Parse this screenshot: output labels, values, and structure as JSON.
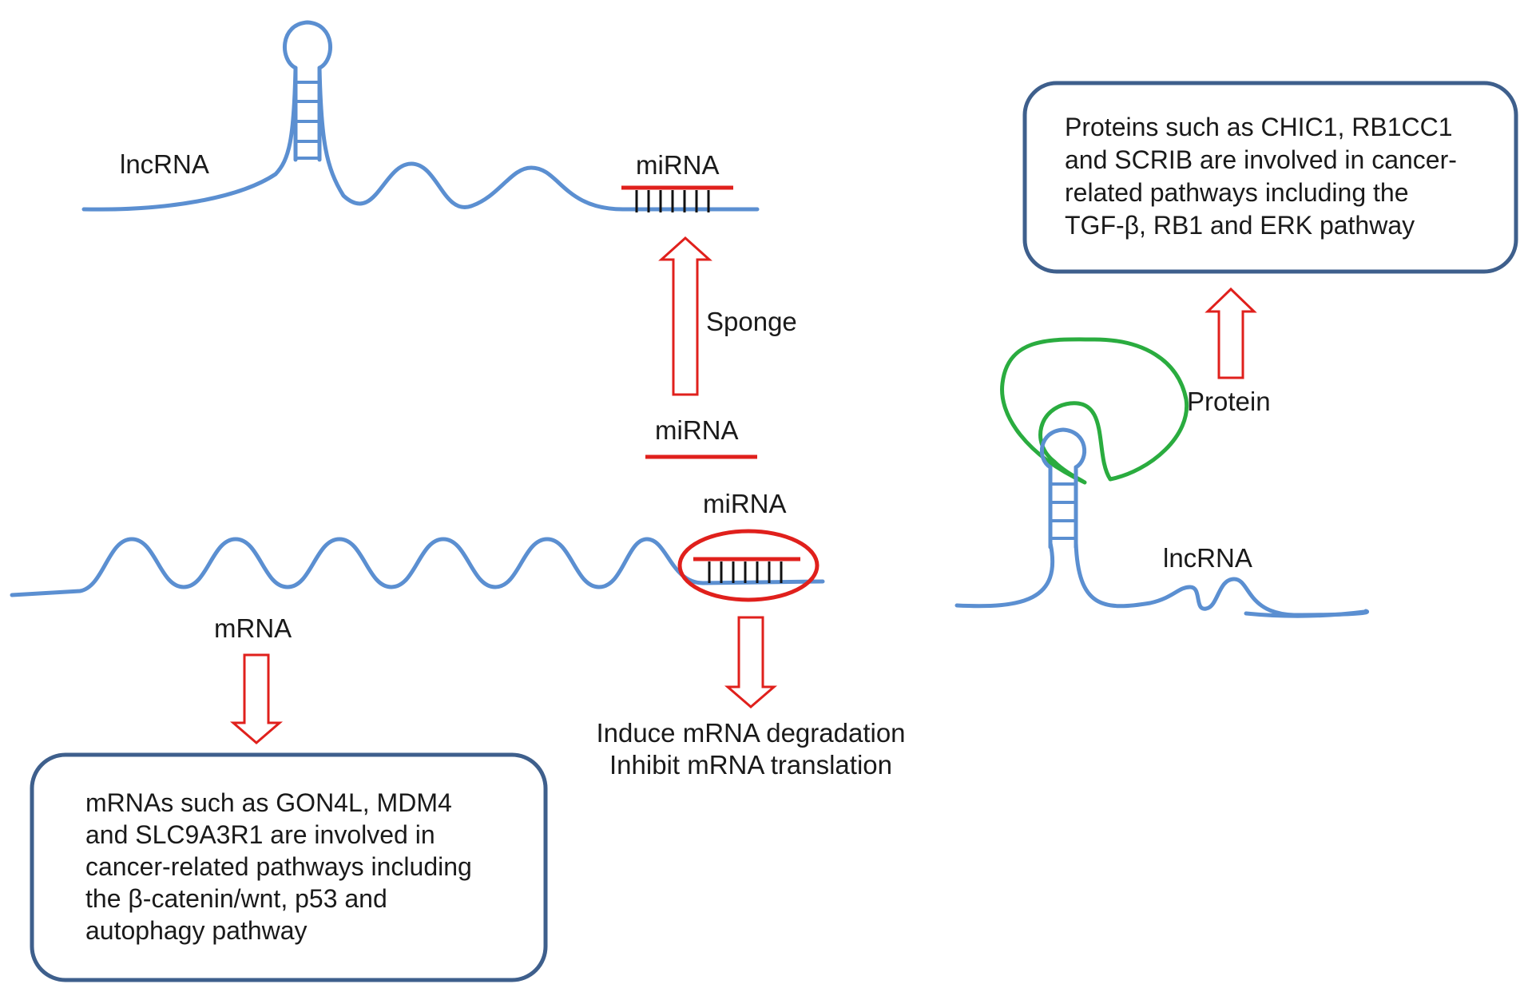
{
  "labels": {
    "lncrna_top": "lncRNA",
    "mirna_top": "miRNA",
    "sponge": "Sponge",
    "mirna_free": "miRNA",
    "mirna_bottom": "miRNA",
    "mrna": "mRNA",
    "effect_line1": "Induce mRNA degradation",
    "effect_line2": "Inhibit mRNA translation",
    "protein": "Protein",
    "lncrna_right": "lncRNA"
  },
  "boxes": {
    "protein_box": {
      "lines": [
        "Proteins such as CHIC1, RB1CC1",
        "and SCRIB are involved in cancer-",
        "related pathways including the",
        "TGF-β, RB1 and ERK pathway"
      ]
    },
    "mrna_box": {
      "lines": [
        "mRNAs such as GON4L, MDM4",
        "and SLC9A3R1 are involved in",
        "cancer-related pathways including",
        "the β-catenin/wnt, p53 and",
        "autophagy pathway"
      ]
    }
  },
  "colors": {
    "rna": "#5b8fd1",
    "mirna": "#e0201c",
    "protein_outline": "#2aac3f",
    "box_border": "#3e5f8c"
  }
}
